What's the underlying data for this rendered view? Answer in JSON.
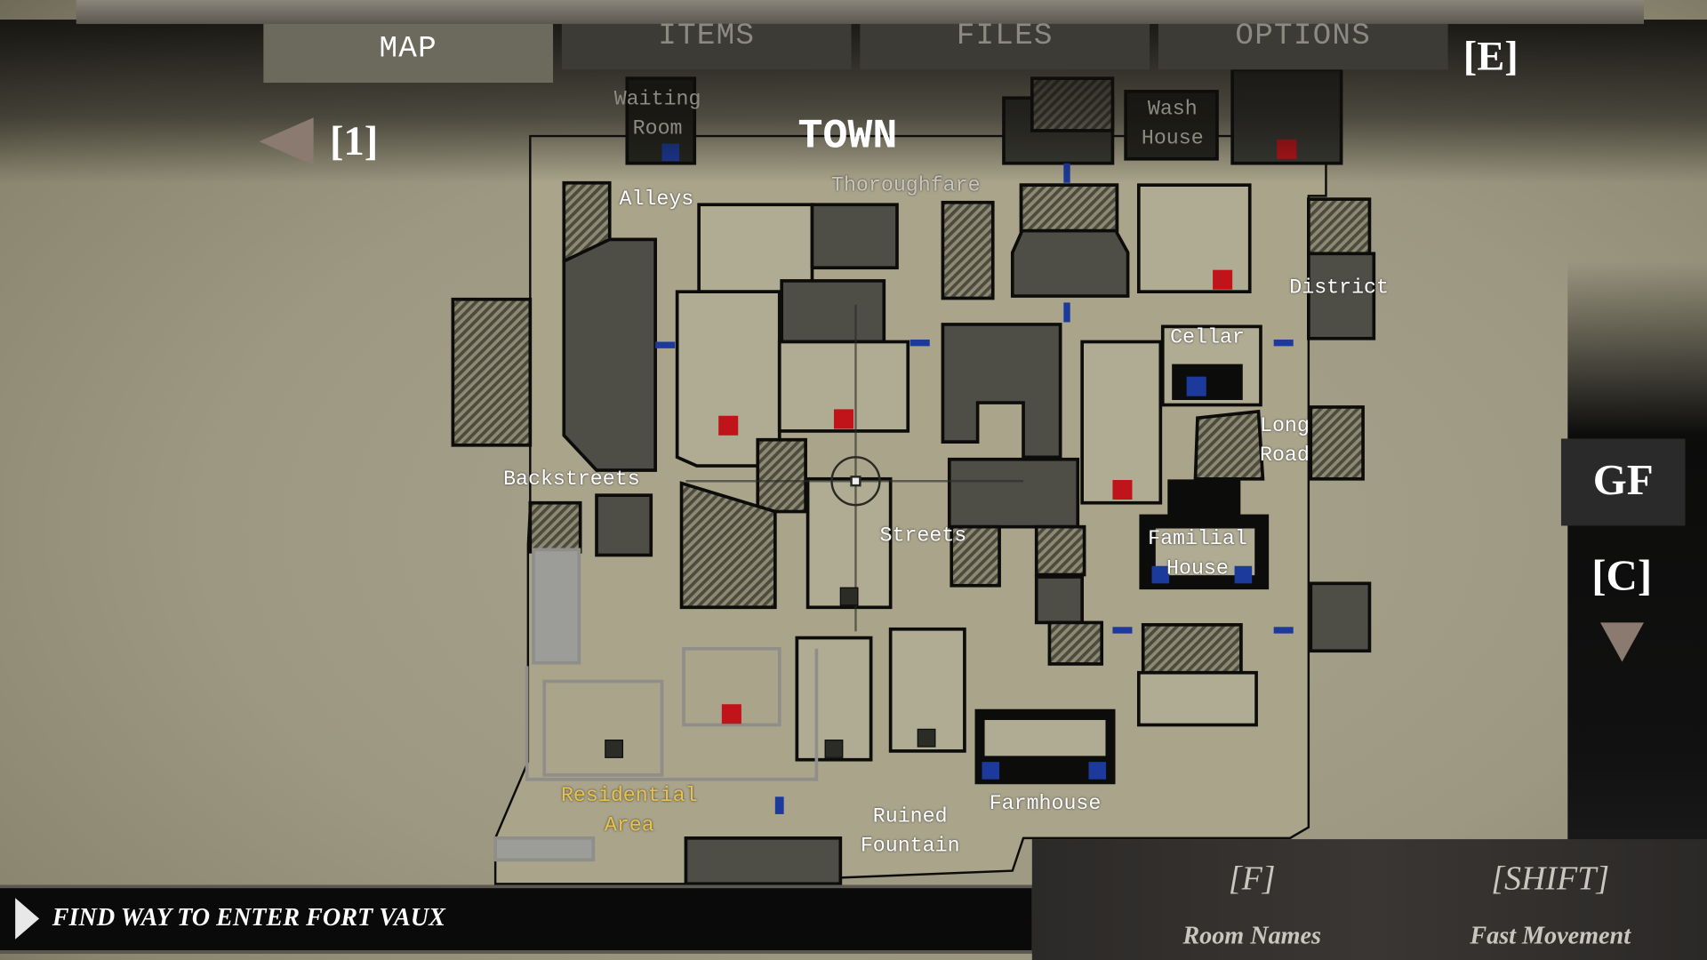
{
  "tabs": [
    {
      "label": "MAP",
      "active": true
    },
    {
      "label": "ITEMS",
      "active": false
    },
    {
      "label": "FILES",
      "active": false
    },
    {
      "label": "OPTIONS",
      "active": false
    }
  ],
  "next_tab_key": "[E]",
  "prev_area_key": "[1]",
  "area_title": "TOWN",
  "floor": "GF",
  "floor_key": "[C]",
  "rooms": {
    "waiting_room": [
      "Waiting",
      "Room"
    ],
    "wash_house": [
      "Wash",
      "House"
    ],
    "thoroughfare": "Thoroughfare",
    "alleys": "Alleys",
    "district": "District",
    "cellar": "Cellar",
    "long_road": [
      "Long",
      "Road"
    ],
    "backstreets": "Backstreets",
    "streets": "Streets",
    "familial_house": [
      "Familial",
      "House"
    ],
    "residential_area": [
      "Residential",
      "Area"
    ],
    "ruined_fountain": [
      "Ruined",
      "Fountain"
    ],
    "farmhouse": "Farmhouse"
  },
  "objective": "FIND WAY TO ENTER FORT VAUX",
  "controls": [
    {
      "key": "[F]",
      "action": "Room Names"
    },
    {
      "key": "[SHIFT]",
      "action": "Fast Movement"
    }
  ],
  "colors": {
    "save_point": "#c0141a",
    "door": "#1c3a9c",
    "current_area_label": "#e9c24a"
  }
}
